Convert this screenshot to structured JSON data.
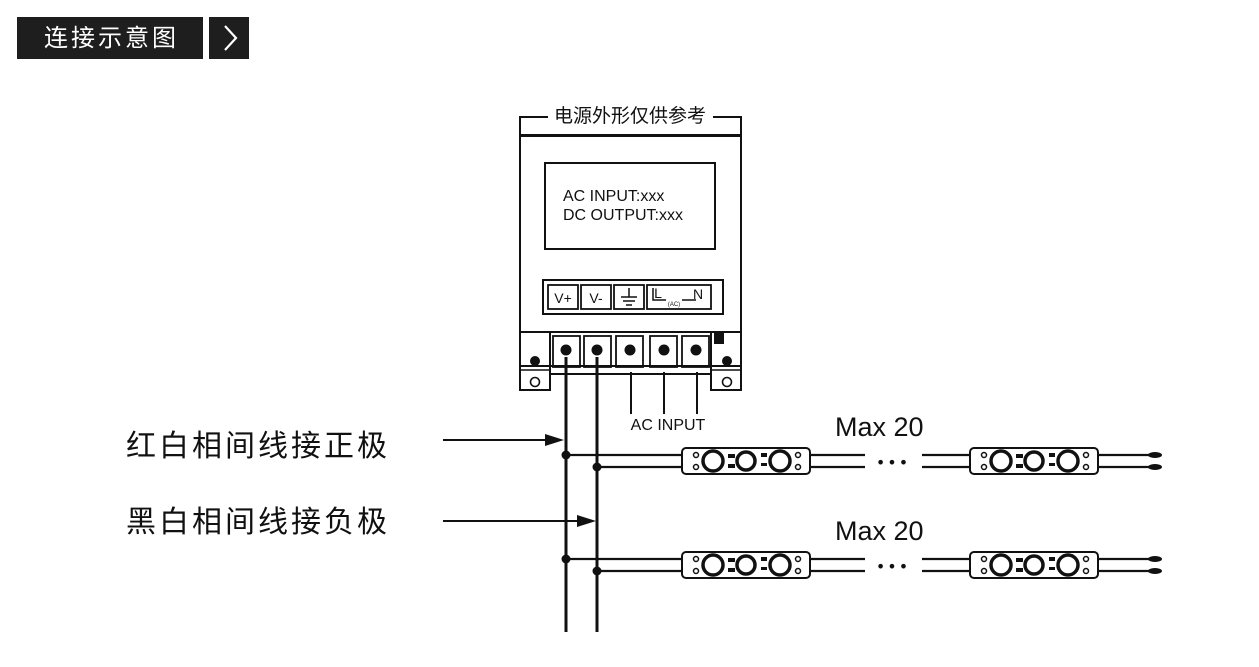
{
  "header": {
    "title": "连接示意图"
  },
  "psu": {
    "caption": "电源外形仅供参考",
    "label_line1": "AC INPUT:xxx",
    "label_line2": "DC OUTPUT:xxx",
    "terminals": [
      "V+",
      "V-",
      "L",
      "N"
    ],
    "terminal_ac_sub": "(AC)",
    "ac_input_label": "AC INPUT"
  },
  "wiring": {
    "positive_label": "红白相间线接正极",
    "negative_label": "黑白相间线接负极"
  },
  "strings": [
    {
      "max_label": "Max 20",
      "ellipsis": "•••"
    },
    {
      "max_label": "Max 20",
      "ellipsis": "•••"
    }
  ]
}
